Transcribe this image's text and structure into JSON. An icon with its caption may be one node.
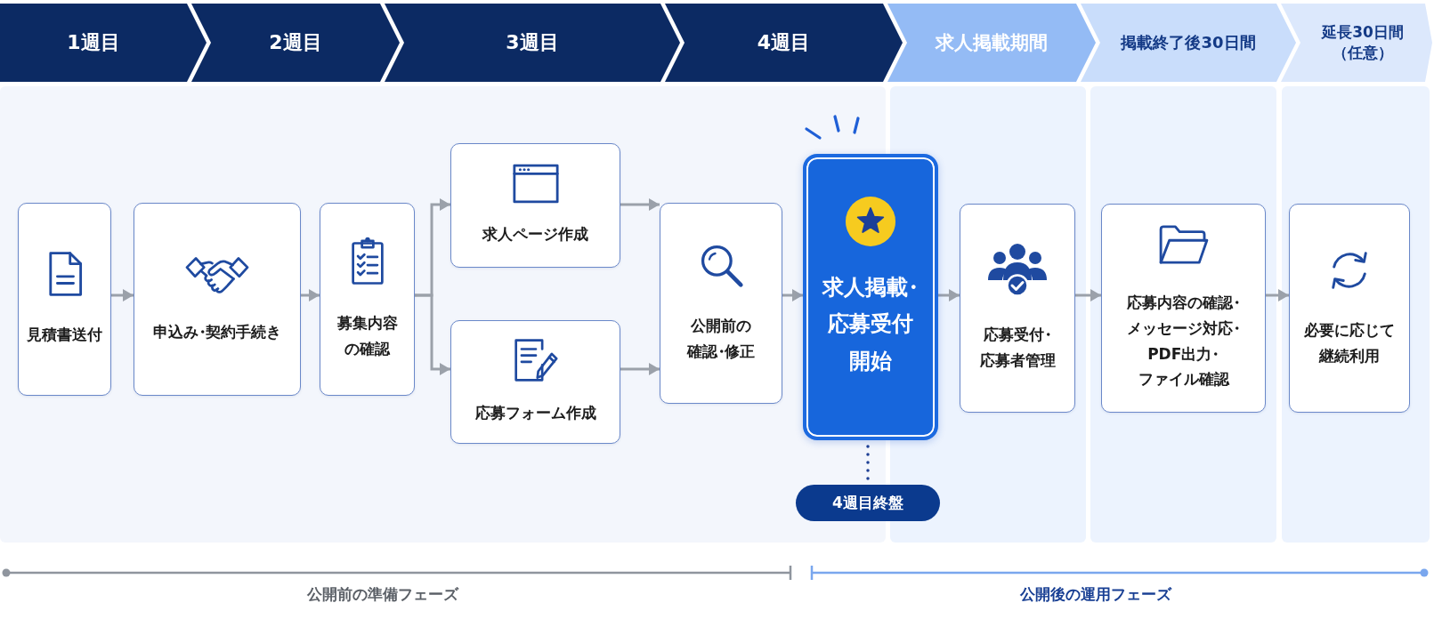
{
  "diagram": {
    "nodes": [
      {
        "text": [
          "1週目"
        ]
      },
      {
        "text": [
          "2週目"
        ]
      },
      {
        "text": [
          "3週目"
        ]
      },
      {
        "text": [
          "4週目"
        ]
      },
      {
        "text": [
          "求人掲載期間"
        ]
      },
      {
        "text": [
          "掲載終了後30日間"
        ]
      },
      {
        "text": [
          "延長30日間（任意）"
        ]
      },
      {
        "text": [
          "見積書送付"
        ]
      },
      {
        "text": [
          "申込み・契約手続き"
        ]
      },
      {
        "text": [
          "募集内容の確認"
        ]
      },
      {
        "text": [
          "求人ページ作成"
        ]
      },
      {
        "text": [
          "応募フォーム作成"
        ]
      },
      {
        "text": [
          "公開前の確認・修正"
        ]
      },
      {
        "text": [
          "求人掲載・応募受付開始"
        ]
      },
      {
        "text": [
          "応募受付・応募者管理"
        ]
      },
      {
        "text": [
          "応募内容の確認・メッセージ対応・PDF出力・ファイル確認"
        ]
      },
      {
        "text": [
          "必要に応じて継続利用"
        ]
      },
      {
        "text": [
          "4週目終盤"
        ]
      }
    ],
    "edges": [
      {
        "from": 7,
        "to": 8,
        "arrow": "to"
      },
      {
        "from": 8,
        "to": 9,
        "arrow": "to"
      },
      {
        "from": 9,
        "to": 10,
        "arrow": "to"
      },
      {
        "from": 9,
        "to": 11,
        "arrow": "to"
      },
      {
        "from": 10,
        "to": 12,
        "arrow": "to"
      },
      {
        "from": 11,
        "to": 12,
        "arrow": "to"
      },
      {
        "from": 12,
        "to": 13,
        "arrow": "to"
      },
      {
        "from": 13,
        "to": 14,
        "arrow": "to"
      },
      {
        "from": 14,
        "to": 15,
        "arrow": "to"
      },
      {
        "from": 15,
        "to": 16,
        "arrow": "to"
      },
      {
        "from": 13,
        "to": 17,
        "arrow": "none",
        "style": "dashed",
        "color": "#1d3f94"
      }
    ],
    "labels": [
      "公開前の準備フェーズ",
      "公開後の運用フェーズ"
    ]
  }
}
